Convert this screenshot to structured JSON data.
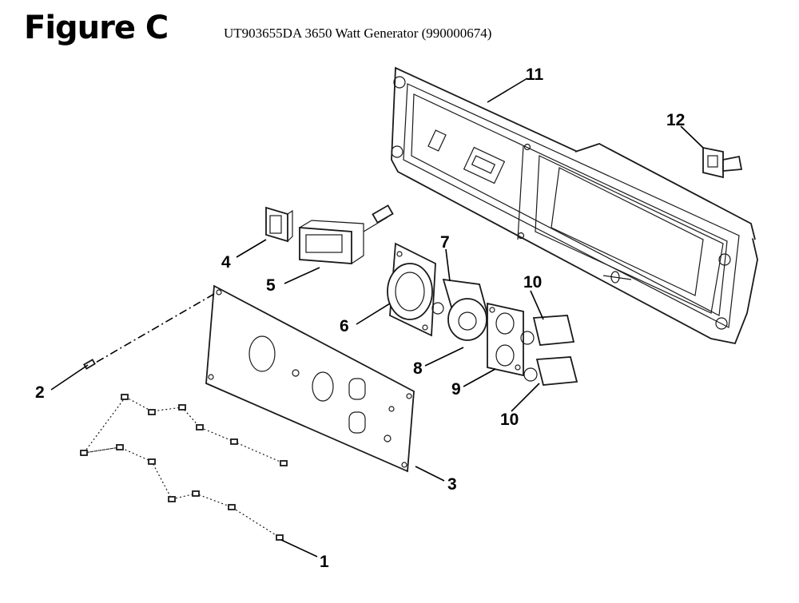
{
  "figure_label": "Figure C",
  "subtitle": "UT903655DA 3650 Watt Generator (990000674)",
  "callouts": [
    "11",
    "12",
    "4",
    "5",
    "7",
    "6",
    "10",
    "8",
    "9",
    "10",
    "2",
    "3",
    "1"
  ]
}
